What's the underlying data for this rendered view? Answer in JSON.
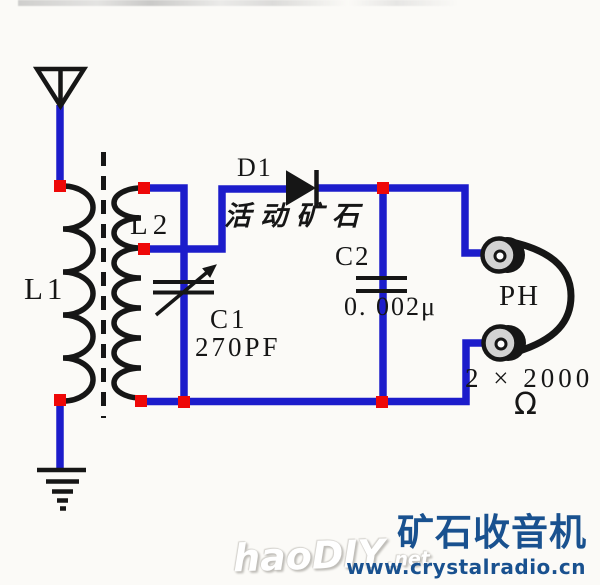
{
  "colors": {
    "wire": "#1c1ccb",
    "junction": "#ee0808",
    "ink": "#161616",
    "wm-blue": "#19518f",
    "jack": "#d2d2d2"
  },
  "components": {
    "diode": {
      "label": "D1",
      "note": "活动矿石"
    },
    "coil_primary": {
      "label": "L1"
    },
    "coil_secondary": {
      "label": "L2"
    },
    "tuning_capacitor": {
      "label": "C1",
      "value": "270PF"
    },
    "bypass_capacitor": {
      "label": "C2",
      "value": "0. 002μ"
    },
    "headphones": {
      "label": "PH",
      "impedance": "2 × 2000",
      "impedance_unit": "Ω"
    }
  },
  "watermarks": {
    "site_title": "矿石收音机",
    "site_url": "www.crystalradio.cn",
    "diy_logo": "haoDIY",
    "diy_suffix": ".net"
  }
}
